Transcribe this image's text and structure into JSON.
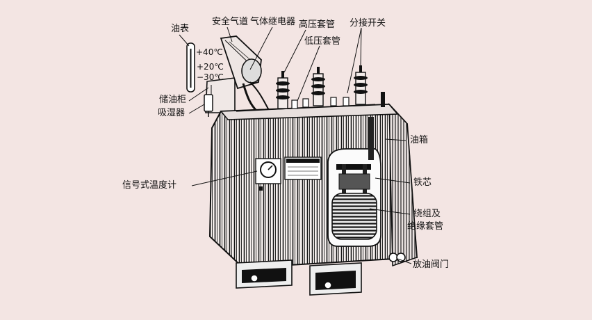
{
  "labels": {
    "oil_gauge": "油表",
    "safety_vent": "安全气道",
    "gas_relay": "气体继电器",
    "hv_bushing": "高压套管",
    "lv_bushing": "低压套管",
    "tap_changer": "分接开关",
    "conservator": "储油柜",
    "breather": "吸湿器",
    "oil_tank": "油箱",
    "thermometer": "信号式温度计",
    "core": "铁芯",
    "winding_line1": "绕组及",
    "winding_line2": "绝缘套管",
    "drain_valve": "放油阀门"
  },
  "gauge_marks": {
    "plus40": "+40℃",
    "plus20": "+20℃",
    "minus30": "−30℃"
  }
}
